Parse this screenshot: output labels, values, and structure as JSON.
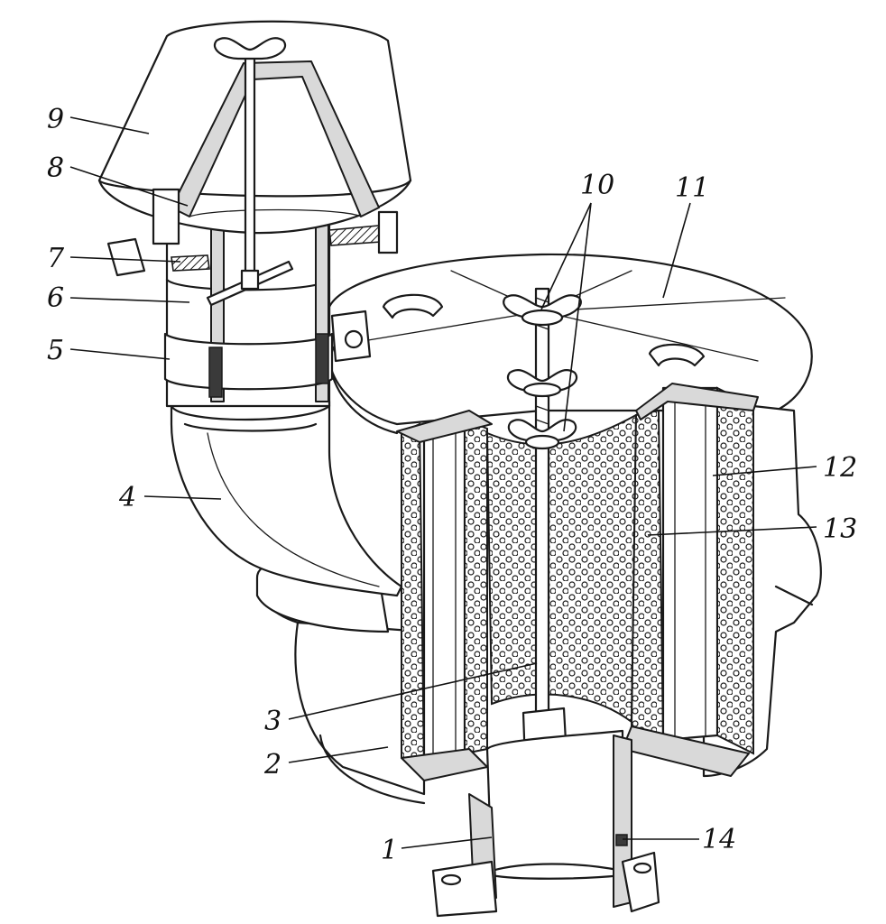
{
  "callouts": [
    {
      "id": "1",
      "text": "1"
    },
    {
      "id": "2",
      "text": "2"
    },
    {
      "id": "3",
      "text": "3"
    },
    {
      "id": "4",
      "text": "4"
    },
    {
      "id": "5",
      "text": "5"
    },
    {
      "id": "6",
      "text": "6"
    },
    {
      "id": "7",
      "text": "7"
    },
    {
      "id": "8",
      "text": "8"
    },
    {
      "id": "9",
      "text": "9"
    },
    {
      "id": "10",
      "text": "10"
    },
    {
      "id": "11",
      "text": "11"
    },
    {
      "id": "12",
      "text": "12"
    },
    {
      "id": "13",
      "text": "13"
    },
    {
      "id": "14",
      "text": "14"
    }
  ],
  "colors": {
    "line": "#1a1a1a",
    "background": "#ffffff",
    "hatch": "#3a3a3a"
  }
}
